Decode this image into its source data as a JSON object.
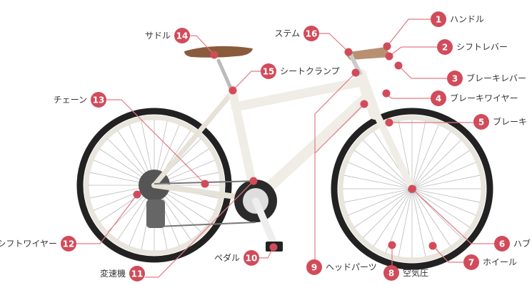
{
  "colors": {
    "accent": "#d24b5a",
    "leader": "#e07a83",
    "frame": "#f2f0ea",
    "tire": "#222222",
    "saddle": "#8a5a3c"
  },
  "parts": [
    {
      "num": "1",
      "label": "ハンドル"
    },
    {
      "num": "2",
      "label": "シフトレバー"
    },
    {
      "num": "3",
      "label": "ブレーキレバー"
    },
    {
      "num": "4",
      "label": "ブレーキワイヤー"
    },
    {
      "num": "5",
      "label": "ブレーキ"
    },
    {
      "num": "6",
      "label": "ハブ"
    },
    {
      "num": "7",
      "label": "ホイール"
    },
    {
      "num": "8",
      "label": "空気圧"
    },
    {
      "num": "9",
      "label": "ヘッドパーツ"
    },
    {
      "num": "10",
      "label": "ペダル"
    },
    {
      "num": "11",
      "label": "変速機"
    },
    {
      "num": "12",
      "label": "シフトワイヤー"
    },
    {
      "num": "13",
      "label": "チェーン"
    },
    {
      "num": "14",
      "label": "サドル"
    },
    {
      "num": "15",
      "label": "シートクランプ"
    },
    {
      "num": "16",
      "label": "ステム"
    }
  ]
}
